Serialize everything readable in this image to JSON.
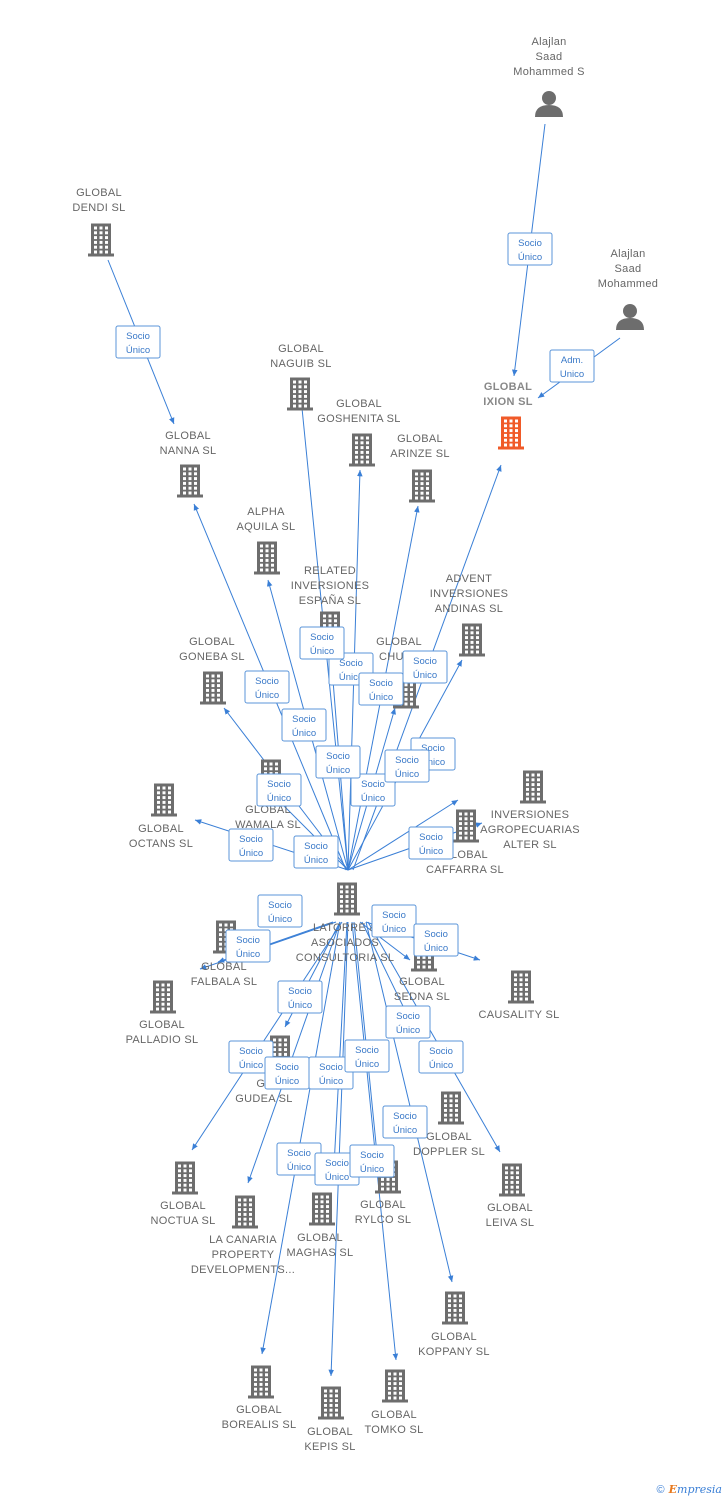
{
  "colors": {
    "edge": "#3a7fd6",
    "building": "#6d6d6d",
    "focus_building": "#f05a28",
    "person": "#6d6d6d"
  },
  "nodes": [
    {
      "id": "alajlan1",
      "type": "person",
      "icon": "person-icon",
      "label": [
        "Alajlan",
        "Saad",
        "Mohammed S"
      ]
    },
    {
      "id": "alajlan2",
      "type": "person",
      "icon": "person-icon",
      "label": [
        "Alajlan",
        "Saad",
        "Mohammed"
      ]
    },
    {
      "id": "ixion",
      "type": "company",
      "focus": true,
      "icon": "building-icon",
      "label": [
        "GLOBAL",
        "IXION  SL"
      ]
    },
    {
      "id": "dendi",
      "type": "company",
      "icon": "building-icon",
      "label": [
        "GLOBAL",
        "DENDI  SL"
      ]
    },
    {
      "id": "nanna",
      "type": "company",
      "icon": "building-icon",
      "label": [
        "GLOBAL",
        "NANNA  SL"
      ]
    },
    {
      "id": "naguib",
      "type": "company",
      "icon": "building-icon",
      "label": [
        "GLOBAL",
        "NAGUIB  SL"
      ]
    },
    {
      "id": "goshenita",
      "type": "company",
      "icon": "building-icon",
      "label": [
        "GLOBAL",
        "GOSHENITA SL"
      ]
    },
    {
      "id": "arinze",
      "type": "company",
      "icon": "building-icon",
      "label": [
        "GLOBAL",
        "ARINZE  SL"
      ]
    },
    {
      "id": "alpha",
      "type": "company",
      "icon": "building-icon",
      "label": [
        "ALPHA",
        "AQUILA  SL"
      ]
    },
    {
      "id": "related",
      "type": "company",
      "icon": "building-icon",
      "label": [
        "RELATED",
        "INVERSIONES",
        "ESPAÑA  SL"
      ]
    },
    {
      "id": "advent",
      "type": "company",
      "icon": "building-icon",
      "label": [
        "ADVENT",
        "INVERSIONES",
        "ANDINAS  SL"
      ]
    },
    {
      "id": "goneba",
      "type": "company",
      "icon": "building-icon",
      "label": [
        "GLOBAL",
        "GONEBA  SL"
      ]
    },
    {
      "id": "chulo",
      "type": "company",
      "icon": "building-icon",
      "label": [
        "GLOBAL",
        "CHULO"
      ]
    },
    {
      "id": "wamala",
      "type": "company",
      "icon": "building-icon",
      "label": [
        "GLOBAL",
        "WAMALA  SL"
      ]
    },
    {
      "id": "octans",
      "type": "company",
      "icon": "building-icon",
      "label": [
        "GLOBAL",
        "OCTANS  SL"
      ]
    },
    {
      "id": "inv_agro",
      "type": "company",
      "icon": "building-icon",
      "label": [
        "INVERSIONES",
        "AGROPECUARIAS",
        "ALTER  SL"
      ]
    },
    {
      "id": "caffarra",
      "type": "company",
      "icon": "building-icon",
      "label": [
        "GLOBAL",
        "CAFFARRA  SL"
      ]
    },
    {
      "id": "latorre",
      "type": "company",
      "icon": "building-icon",
      "label": [
        "LATORRE &",
        "ASOCIADOS",
        "CONSULTORIA SL"
      ]
    },
    {
      "id": "falbala",
      "type": "company",
      "icon": "building-icon",
      "label": [
        "GLOBAL",
        "FALBALA  SL"
      ]
    },
    {
      "id": "sedna",
      "type": "company",
      "icon": "building-icon",
      "label": [
        "GLOBAL",
        "SEDNA  SL"
      ]
    },
    {
      "id": "causality",
      "type": "company",
      "icon": "building-icon",
      "label": [
        "CAUSALITY  SL"
      ]
    },
    {
      "id": "palladio",
      "type": "company",
      "icon": "building-icon",
      "label": [
        "GLOBAL",
        "PALLADIO  SL"
      ]
    },
    {
      "id": "gudea",
      "type": "company",
      "icon": "building-icon",
      "label": [
        "GL",
        "GUDEA  SL"
      ]
    },
    {
      "id": "doppler",
      "type": "company",
      "icon": "building-icon",
      "label": [
        "GLOBAL",
        "DOPPLER  SL"
      ]
    },
    {
      "id": "noctua",
      "type": "company",
      "icon": "building-icon",
      "label": [
        "GLOBAL",
        "NOCTUA  SL"
      ]
    },
    {
      "id": "lacanaria",
      "type": "company",
      "icon": "building-icon",
      "label": [
        "LA CANARIA",
        "PROPERTY",
        "DEVELOPMENTS..."
      ]
    },
    {
      "id": "maghas",
      "type": "company",
      "icon": "building-icon",
      "label": [
        "GLOBAL",
        "MAGHAS  SL"
      ]
    },
    {
      "id": "rylco",
      "type": "company",
      "icon": "building-icon",
      "label": [
        "GLOBAL",
        "RYLCO  SL"
      ]
    },
    {
      "id": "leiva",
      "type": "company",
      "icon": "building-icon",
      "label": [
        "GLOBAL",
        "LEIVA  SL"
      ]
    },
    {
      "id": "koppany",
      "type": "company",
      "icon": "building-icon",
      "label": [
        "GLOBAL",
        "KOPPANY  SL"
      ]
    },
    {
      "id": "borealis",
      "type": "company",
      "icon": "building-icon",
      "label": [
        "GLOBAL",
        "BOREALIS  SL"
      ]
    },
    {
      "id": "kepis",
      "type": "company",
      "icon": "building-icon",
      "label": [
        "GLOBAL",
        "KEPIS  SL"
      ]
    },
    {
      "id": "tomko",
      "type": "company",
      "icon": "building-icon",
      "label": [
        "GLOBAL",
        "TOMKO  SL"
      ]
    }
  ],
  "edges": [
    {
      "from": "alajlan1",
      "to": "ixion",
      "label": [
        "Socio",
        "Único"
      ]
    },
    {
      "from": "alajlan2",
      "to": "ixion",
      "label": [
        "Adm.",
        "Unico"
      ]
    },
    {
      "from": "dendi",
      "to": "nanna",
      "label": [
        "Socio",
        "Único"
      ]
    },
    {
      "from": "latorre",
      "to": "ixion",
      "label": [
        "Socio",
        "Único"
      ]
    },
    {
      "from": "latorre",
      "to": "nanna",
      "label": [
        "Socio",
        "Único"
      ]
    },
    {
      "from": "latorre",
      "to": "naguib",
      "label": [
        "Socio",
        "Único"
      ]
    },
    {
      "from": "latorre",
      "to": "goshenita",
      "label": [
        "Socio",
        "Único"
      ]
    },
    {
      "from": "latorre",
      "to": "arinze",
      "label": [
        "Socio",
        "Único"
      ]
    },
    {
      "from": "latorre",
      "to": "alpha",
      "label": [
        "Socio",
        "Único"
      ]
    },
    {
      "from": "latorre",
      "to": "related",
      "label": [
        "Socio",
        "Único"
      ]
    },
    {
      "from": "latorre",
      "to": "advent",
      "label": [
        "Socio",
        "Único"
      ]
    },
    {
      "from": "latorre",
      "to": "goneba",
      "label": [
        "Socio",
        "Único"
      ]
    },
    {
      "from": "latorre",
      "to": "chulo",
      "label": [
        "Socio",
        "Único"
      ]
    },
    {
      "from": "latorre",
      "to": "wamala",
      "label": [
        "Socio",
        "Único"
      ]
    },
    {
      "from": "latorre",
      "to": "octans",
      "label": [
        "Socio",
        "Único"
      ]
    },
    {
      "from": "latorre",
      "to": "inv_agro",
      "label": [
        "Socio",
        "Único"
      ]
    },
    {
      "from": "latorre",
      "to": "caffarra",
      "label": [
        "Socio",
        "Único"
      ]
    },
    {
      "from": "latorre",
      "to": "falbala",
      "label": [
        "Socio",
        "Único"
      ]
    },
    {
      "from": "latorre",
      "to": "sedna",
      "label": [
        "Socio",
        "Único"
      ]
    },
    {
      "from": "latorre",
      "to": "causality",
      "label": [
        "Socio",
        "Único"
      ]
    },
    {
      "from": "latorre",
      "to": "palladio",
      "label": [
        "Socio",
        "Único"
      ]
    },
    {
      "from": "latorre",
      "to": "gudea",
      "label": [
        "Socio",
        "Único"
      ]
    },
    {
      "from": "latorre",
      "to": "doppler",
      "label": [
        "Socio",
        "Único"
      ]
    },
    {
      "from": "latorre",
      "to": "noctua",
      "label": [
        "Socio",
        "Único"
      ]
    },
    {
      "from": "latorre",
      "to": "lacanaria",
      "label": [
        "Socio",
        "Único"
      ]
    },
    {
      "from": "latorre",
      "to": "maghas",
      "label": [
        "Socio",
        "Único"
      ]
    },
    {
      "from": "latorre",
      "to": "rylco",
      "label": [
        "Socio",
        "Único"
      ]
    },
    {
      "from": "latorre",
      "to": "leiva",
      "label": [
        "Socio",
        "Único"
      ]
    },
    {
      "from": "latorre",
      "to": "koppany",
      "label": [
        "Socio",
        "Único"
      ]
    },
    {
      "from": "latorre",
      "to": "borealis",
      "label": [
        "Socio",
        "Único"
      ]
    },
    {
      "from": "latorre",
      "to": "kepis",
      "label": [
        "Socio",
        "Único"
      ]
    },
    {
      "from": "latorre",
      "to": "tomko",
      "label": [
        "Socio",
        "Único"
      ]
    }
  ],
  "footer": {
    "copyright": "©",
    "brand_initial": "E",
    "brand_rest": "mpresia"
  }
}
